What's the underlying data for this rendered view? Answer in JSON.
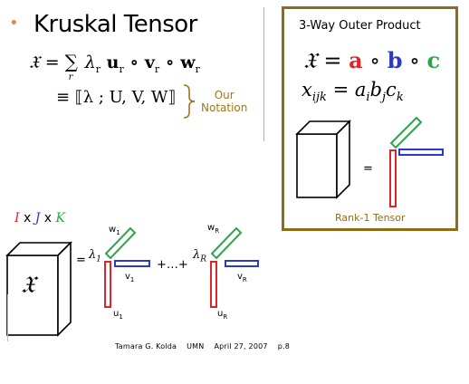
{
  "slide": {
    "bullet": "•",
    "title": "Kruskal Tensor",
    "equation_line1": {
      "lhs": "𝔛",
      "eq": "=",
      "sum": "∑",
      "sum_index": "r",
      "terms": "λ",
      "term_sub": "r",
      "rest": " u",
      "rest_sub": "r",
      "circ1": " ∘ v",
      "circ1_sub": "r",
      "circ2": " ∘ w",
      "circ2_sub": "r"
    },
    "equation_line2": "≡ ⟦λ ; U, V, W⟧",
    "note": {
      "line1": "Our",
      "line2": "Notation"
    }
  },
  "panel": {
    "title": "3-Way Outer Product",
    "eq1": {
      "lhs": "𝔛",
      "eq": " = ",
      "a": "a",
      "circ": " ∘ ",
      "b": "b",
      "c": "c"
    },
    "eq2": {
      "text": "x",
      "sub": "ijk",
      "rest": " = a",
      "sub_a": "i",
      "b": "b",
      "sub_b": "j",
      "c": "c",
      "sub_c": "k"
    },
    "equals": "=",
    "caption": "Rank-1 Tensor"
  },
  "lower": {
    "dims": {
      "i": "I",
      "x1": " x ",
      "j": "J",
      "x2": " x ",
      "k": "K"
    },
    "cube_label": "𝔛",
    "equals": "=",
    "lambda1": "λ",
    "lambda1_sub": "1",
    "plus_dots": "+…+",
    "lambdaR": "λ",
    "lambdaR_sub": "R",
    "w1": "w",
    "w1_sub": "1",
    "v1": "v",
    "v1_sub": "1",
    "u1": "u",
    "u1_sub": "1",
    "wR": "w",
    "wR_sub": "R",
    "vR": "v",
    "vR_sub": "R",
    "uR": "u",
    "uR_sub": "R"
  },
  "footer": {
    "author": "Tamara G. Kolda",
    "org": "UMN",
    "date": "April 27, 2007",
    "page": "p.8"
  },
  "colors": {
    "bullet": "#e8865a",
    "note": "#a0761a",
    "panel_border": "#8f6b14",
    "red": "#e0242b",
    "blue": "#2a3ac8",
    "green": "#2ea44a",
    "cube_stroke": "#000000"
  }
}
